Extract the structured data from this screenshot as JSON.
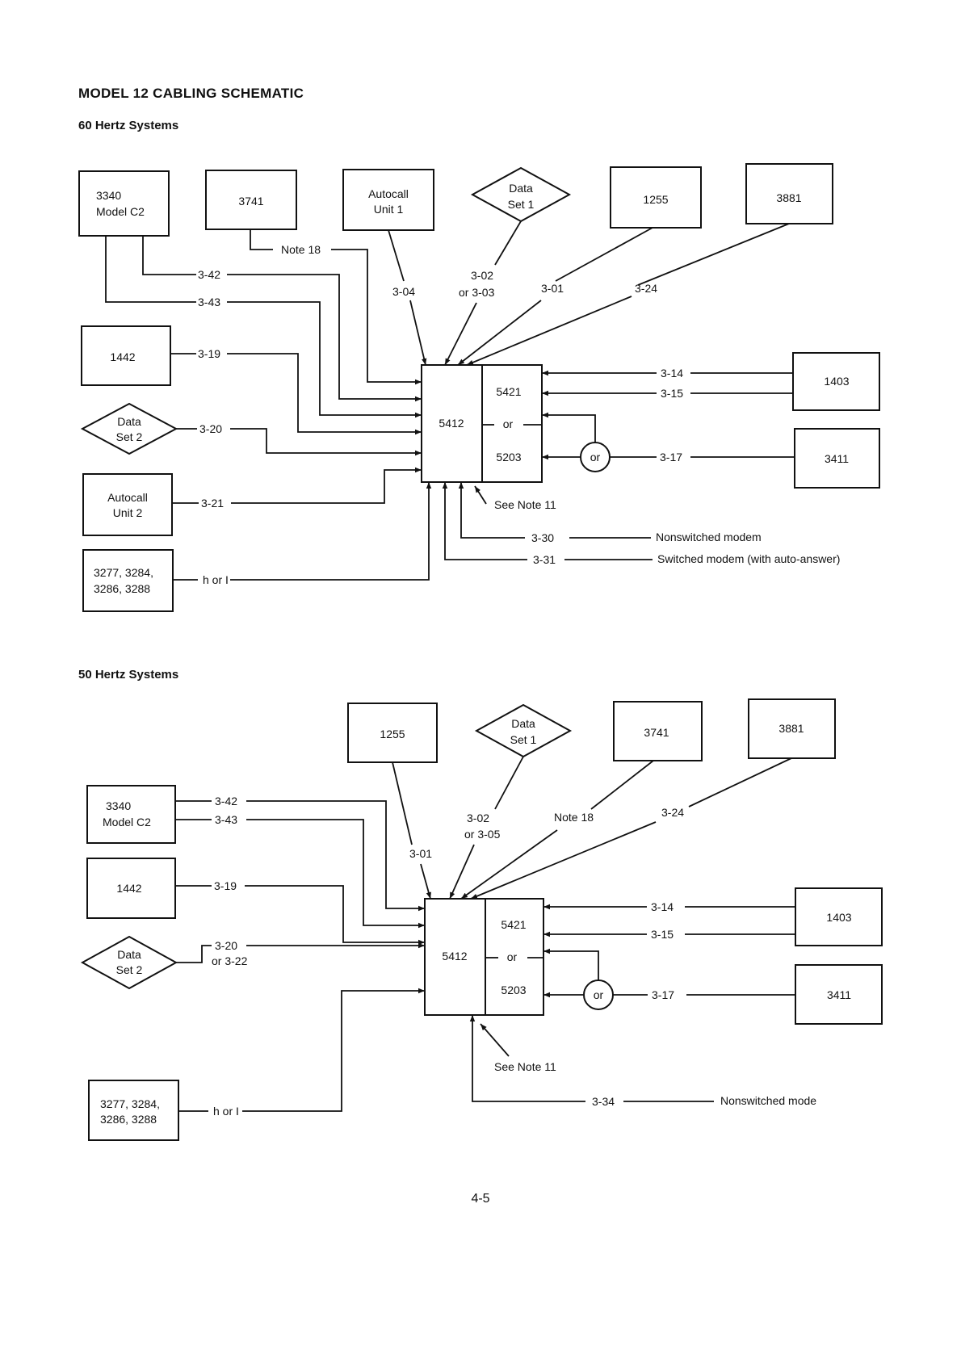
{
  "title": "MODEL 12 CABLING SCHEMATIC",
  "page_number": "4-5",
  "sec60": {
    "heading": "60 Hertz Systems",
    "b3340a": "3340",
    "b3340b": "Model C2",
    "b3741": "3741",
    "ac1a": "Autocall",
    "ac1b": "Unit 1",
    "ds1a": "Data",
    "ds1b": "Set 1",
    "b1255": "1255",
    "b3881": "3881",
    "b1442": "1442",
    "ds2a": "Data",
    "ds2b": "Set 2",
    "ac2a": "Autocall",
    "ac2b": "Unit 2",
    "t1": "3277, 3284,",
    "t2": "3286, 3288",
    "b5412": "5412",
    "b5421": "5421",
    "bor": "or",
    "b5203": "5203",
    "b1403": "1403",
    "b3411": "3411",
    "or_circle": "or",
    "note18": "Note 18",
    "c342": "3-42",
    "c343": "3-43",
    "c304": "3-04",
    "c302": "3-02",
    "c303": "or 3-03",
    "c301": "3-01",
    "c324": "3-24",
    "c319": "3-19",
    "c320": "3-20",
    "c321": "3-21",
    "hori": "h or I",
    "c314": "3-14",
    "c315": "3-15",
    "c317": "3-17",
    "note11": "See Note 11",
    "c330": "3-30",
    "c331": "3-31",
    "nonsw": "Nonswitched modem",
    "sw": "Switched modem (with auto-answer)"
  },
  "sec50": {
    "heading": "50 Hertz Systems",
    "b1255": "1255",
    "ds1a": "Data",
    "ds1b": "Set 1",
    "b3741": "3741",
    "b3881": "3881",
    "b3340a": "3340",
    "b3340b": "Model C2",
    "b1442": "1442",
    "ds2a": "Data",
    "ds2b": "Set 2",
    "t1": "3277, 3284,",
    "t2": "3286, 3288",
    "b5412": "5412",
    "b5421": "5421",
    "bor": "or",
    "b5203": "5203",
    "b1403": "1403",
    "b3411": "3411",
    "or_circle": "or",
    "c342": "3-42",
    "c343": "3-43",
    "c319": "3-19",
    "c320": "3-20",
    "c322": "or 3-22",
    "c302": "3-02",
    "c305": "or 3-05",
    "c301": "3-01",
    "note18": "Note 18",
    "c324": "3-24",
    "c314": "3-14",
    "c315": "3-15",
    "c317": "3-17",
    "hori": "h or I",
    "note11": "See Note 11",
    "c334": "3-34",
    "nonsw": "Nonswitched mode"
  }
}
